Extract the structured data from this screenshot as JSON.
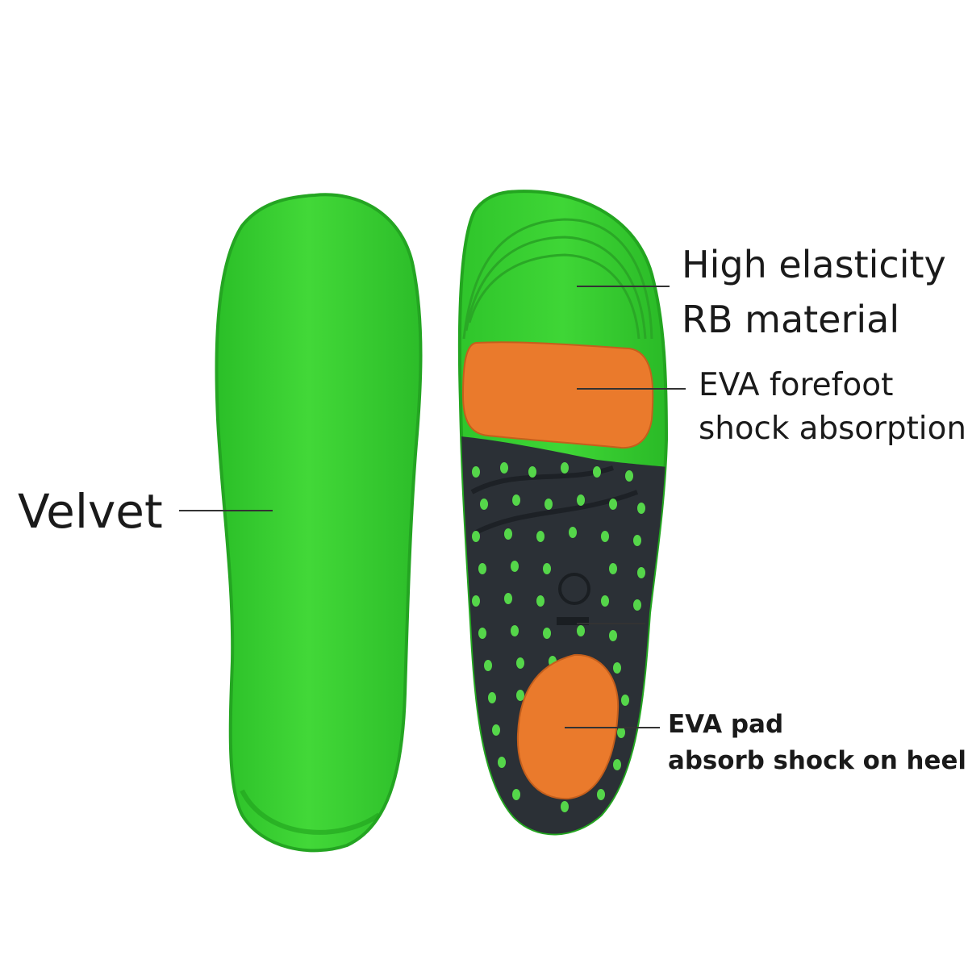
{
  "labels": {
    "velvet": "Velvet",
    "rb_line1": "High elasticity",
    "rb_line2": "RB material",
    "forefoot_line1": "EVA forefoot",
    "forefoot_line2": "shock absorption",
    "heel_line1": "EVA pad",
    "heel_line2": "absorb shock on heel"
  },
  "colors": {
    "insole_green": "#3ed433",
    "insole_green_dark": "#27b424",
    "black_base": "#2b3036",
    "eva_orange": "#ea7a2c",
    "dot_green": "#55d64a",
    "label_text": "#1a1a1a",
    "leader_line": "#333333"
  }
}
